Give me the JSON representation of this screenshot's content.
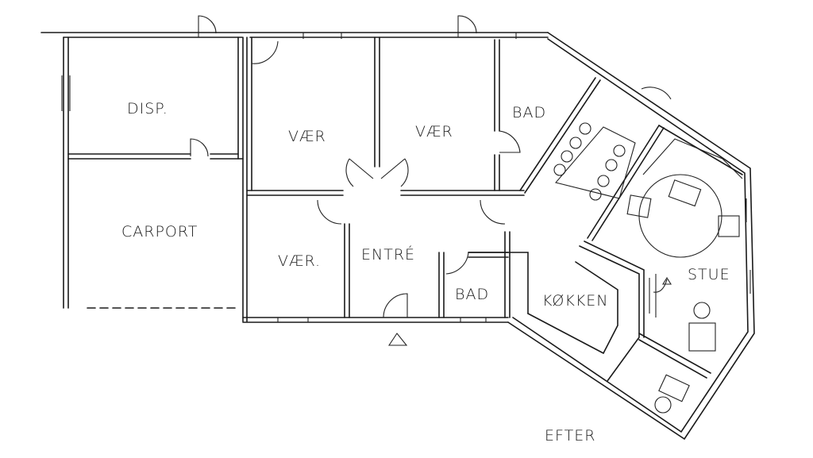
{
  "plan": {
    "caption": "EFTER",
    "rooms": {
      "disp": "DISP.",
      "carport": "CARPORT",
      "room1": "VÆR",
      "room2": "VÆR",
      "room3": "VÆR.",
      "bath_top": "BAD",
      "bath_bottom": "BAD",
      "entry": "ENTRÉ",
      "kitchen": "KØKKEN",
      "living": "STUE"
    },
    "colors": {
      "ink": "#1a1a1a",
      "paper": "#ffffff"
    }
  }
}
